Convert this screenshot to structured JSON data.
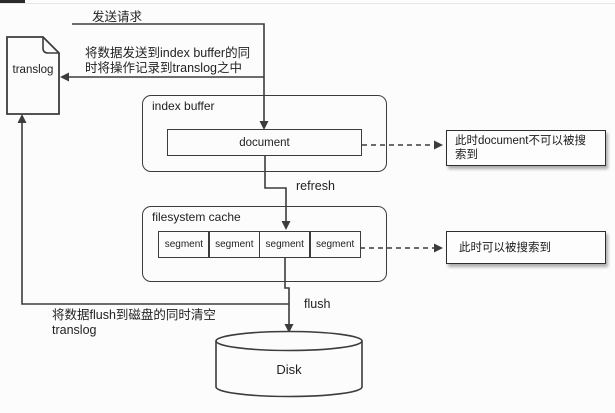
{
  "diagram": {
    "title_hint": "elasticsearch-write-flow",
    "colors": {
      "line": "#3c3c3c",
      "background": "#fcfcfc",
      "note_fill": "#fdfdfd"
    },
    "labels": {
      "send_request": "发送请求",
      "send_explain": "将数据发送到index buffer的同\n时将操作记录到translog之中",
      "translog": "translog",
      "index_buffer": "index buffer",
      "document": "document",
      "note_not_searchable": "此时document不可以被搜\n索到",
      "refresh": "refresh",
      "filesystem_cache": "filesystem cache",
      "segments": [
        "segment",
        "segment",
        "segment",
        "segment"
      ],
      "note_searchable": "此时可以被搜索到",
      "flush": "flush",
      "flush_explain": "将数据flush到磁盘的同时清空\ntranslog",
      "disk": "Disk"
    }
  }
}
